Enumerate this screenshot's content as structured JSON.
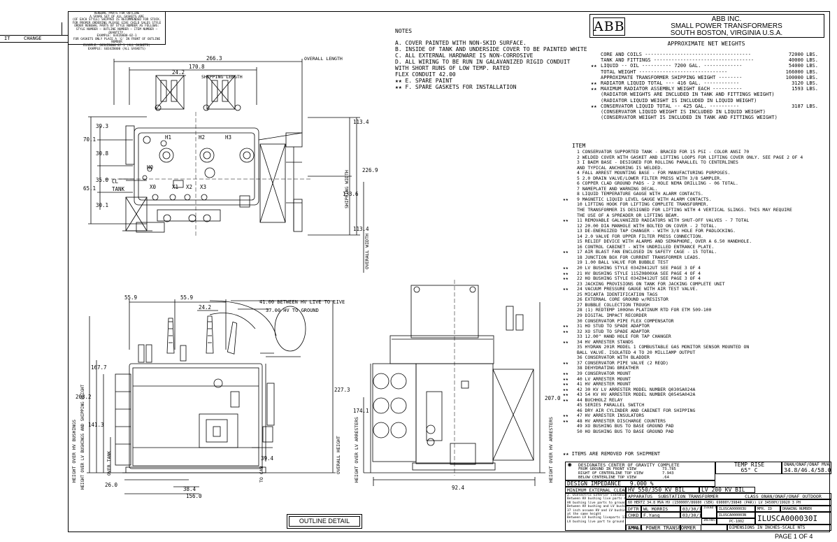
{
  "revision": {
    "col_it": "IT",
    "col_change": "CHANGE",
    "renewal_lines": [
      "RENEWAL PARTS FOR OUTLINE",
      "A SPARE SET OF ALL GASKETS ARE",
      "(OF EACH STYLE) SHIPPED IS RECOMMENDED FOR STOCK.",
      "FOR PROPER ORDERING PLEASE GIVE CHILD SALES STYLE",
      "ORDER RENEWAL PARTS BY STYLE NUMBER AS FOLLOWS:",
      "STYLE NUMBER — OUTLINE NUMBER — ITEM NUMBER — QUANTITY.",
      "EXAMPLE: 034Z0000-02-1",
      "FOR GASKETS ONLY PLACE A 'G' IN FRONT OF OUTLINE NUMBER",
      "EXAMPLE: G034Z0000-07-1 (ALL GASKETS)",
      "EXAMPLE: G034Z0000 (ALL GASKETS)"
    ]
  },
  "company": {
    "logo": "ABB",
    "name": "ABB INC.",
    "division": "SMALL POWER TRANSFORMERS",
    "location": "SOUTH BOSTON, VIRGINIA U.S.A."
  },
  "notes": {
    "title": "NOTES",
    "items": [
      "A. COVER PAINTED WITH NON-SKID SURFACE.",
      "B. INSIDE OF TANK AND UNDERSIDE COVER TO BE PAINTED WHITE",
      "C. ALL EXTERNAL HARDWARE IS NON-CORROSIVE",
      "D. ALL WIRING TO BE RUN IN GALAVANIZED RIGID CONDUIT",
      "   WITH SHORT RUNS OF LOW TEMP. RATED",
      "   FLEX CONDUIT 42.00",
      "★★ E. SPARE PAINT",
      "★★ F. SPARE GASKETS FOR INSTALLATION"
    ]
  },
  "weights": {
    "title": "APPROXIMATE NET WEIGHTS",
    "rows": [
      {
        "mark": "",
        "label": "CORE AND COILS ------------------------------------",
        "value": "72000 LBS."
      },
      {
        "mark": "",
        "label": "TANK AND FITTINGS ----------------------------------",
        "value": "40000 LBS."
      },
      {
        "mark": "★★",
        "label": "LIQUID -- OIL ---------- 7200 GAL. -------------",
        "value": "54000 LBS."
      },
      {
        "mark": "",
        "label": "      TOTAL WEIGHT ------------------------------",
        "value": "166000 LBS."
      },
      {
        "mark": "",
        "label": "APPROXIMATE TRANSFORMER SHIPPING WEIGHT --------",
        "value": "100000 LBS."
      },
      {
        "mark": "★★",
        "label": "RADIATOR LIQUID TOTAL --- 416 GAL. ------------",
        "value": "3120 LBS."
      },
      {
        "mark": "★★",
        "label": "MAXIMUM RADIATOR ASSEMBLY WEIGHT EACH ----------",
        "value": "1593 LBS."
      },
      {
        "mark": "",
        "label": "  (RADIATOR WEIGHTS ARE INCLUDED IN TANK AND FITTINGS WEIGHT)",
        "value": ""
      },
      {
        "mark": "",
        "label": "  (RADIATOR LIQUID WEIGHT IS INCLUDED IN LIQUID WEIGHT)",
        "value": ""
      },
      {
        "mark": "★★",
        "label": "CONSERVATOR LIQUID TOTAL -- 425 GAL. ----------",
        "value": "3187 LBS."
      },
      {
        "mark": "",
        "label": "  (CONSERVATOR LIQUID WEIGHT IS INCLUDED IN LIQUID WEIGHT)",
        "value": ""
      },
      {
        "mark": "",
        "label": "  (CONSERVATOR WEIGHT IS INCLUDED IN TANK AND FITTINGS WEIGHT)",
        "value": ""
      }
    ]
  },
  "items": {
    "title": "ITEM",
    "rows": [
      {
        "m": "",
        "t": "1 CONSERVATOR SUPPORTED TANK - BRACED FOR 15 PSI - COLOR ANSI 70"
      },
      {
        "m": "",
        "t": "2 WELDED COVER WITH GASKET AND LIFTING LOOPS FOR LIFTING COVER ONLY. SEE PAGE 2 OF 4"
      },
      {
        "m": "",
        "t": "3 I BAEM BASE - DESIGNED FOR ROLLING PARALLEL TO CENTERLINES"
      },
      {
        "m": "",
        "t": "  AND TYPICAL ANCHORING IS WELDED."
      },
      {
        "m": "",
        "t": "4 FALL ARREST MOUNTING BASE - FOR MANUFACTURING PURPOSES."
      },
      {
        "m": "",
        "t": "5 2.0 DRAIN VALVE/LOWER FILTER PRESS WITH 3/8 SAMPLER."
      },
      {
        "m": "",
        "t": "6 COPPER CLAD GROUND PADS - 2 HOLE NEMA DRILLING - 06 TOTAL."
      },
      {
        "m": "",
        "t": "7 NAMEPLATE AND WARNING DECAL."
      },
      {
        "m": "",
        "t": "8 LIQUID TEMPERATURE GAUGE WITH ALARM CONTACTS."
      },
      {
        "m": "★★",
        "t": "9 MAGNETIC LIQUID LEVEL GAUGE WITH ALARM CONTACTS."
      },
      {
        "m": "",
        "t": "10 LIFTING HOOK FOR LIFTING COMPLETE TRANSFORMER."
      },
      {
        "m": "",
        "t": "   THE TRANSFORMER IS DESIGNED FOR LIFTING WITH 4 VERTICAL SLINGS. THIS MAY REQUIRE"
      },
      {
        "m": "",
        "t": "   THE USE OF A SPREADER OR LIFTING BEAM."
      },
      {
        "m": "★★",
        "t": "11 REMOVABLE GALVANIZED RADIATORS WITH SHUT-OFF VALVES -  7 TOTAL"
      },
      {
        "m": "",
        "t": "12 20.00 DIA MANHOLE WITH BOLTED ON COVER - 2 TOTAL."
      },
      {
        "m": "",
        "t": "13 DE-ENERGIZED TAP CHANGER - WITH 3/8 HOLE FOR PADLOCKING."
      },
      {
        "m": "",
        "t": "14 2.0 VALVE FOR UPPER FILTER PRESS CONNECTION."
      },
      {
        "m": "",
        "t": "15 RELIEF DEVICE WITH ALARMS AND SEMAPHORE, OVER A 6.50 HANDHOLE."
      },
      {
        "m": "",
        "t": "16 CONTROL CABINET - WITH UNDRILLED ENTRANCE PLATE."
      },
      {
        "m": "★★",
        "t": "17 AIR BLAST FAN ENCLOSED IN SAFETY CAGE - 15 TOTAL."
      },
      {
        "m": "",
        "t": "18 JUNCTION BOX FOR CURRENT TRANSFORMER LEADS."
      },
      {
        "m": "",
        "t": "19 1.00 BALL VALVE FOR BUBBLE TEST"
      },
      {
        "m": "★★",
        "t": "20 LV BUSHING STYLE 034Z0412UT     SEE PAGE 3 OF 4"
      },
      {
        "m": "★★",
        "t": "21 HV BUSHING STYLE 115Z0800XA     SEE PAGE 4 OF 4"
      },
      {
        "m": "★★",
        "t": "22 HO BUSHING STYLE 034Z0412UT      SEE PAGE 3 OF 4"
      },
      {
        "m": "",
        "t": "23 JACKING PROVISIONS ON TANK FOR JACKING COMPLETE UNIT"
      },
      {
        "m": "★★",
        "t": "24 VACUUM PRESSURE GAUGE WITH AIR TEST VALVE."
      },
      {
        "m": "",
        "t": "25 MICARTA IDENTIFICATION TAGS"
      },
      {
        "m": "",
        "t": "26 EXTERNAL CORE GROUND w/RESISTOR"
      },
      {
        "m": "",
        "t": "27 BUBBLE COLLECTION TROUGH"
      },
      {
        "m": "",
        "t": "28 (1) REDTEMP 100Ohm PLATINUM RTD FOR ETM 509-100"
      },
      {
        "m": "",
        "t": "29 DIGITAL IMPACT RECORDER"
      },
      {
        "m": "",
        "t": "30 CONSERVATOR PIPE FLEX COMPENSATOR"
      },
      {
        "m": "★★",
        "t": "31 HO STUD TO SPADE ADAPTOR"
      },
      {
        "m": "★★",
        "t": "32 XO STUD TO SPADE ADAPTOR"
      },
      {
        "m": "",
        "t": "33 12.00\" HAND HOLE FOR TAP CHANGER"
      },
      {
        "m": "★★",
        "t": "34 HV ARRESTER STANDS"
      },
      {
        "m": "",
        "t": "35 HYDRAN 201R MODEL 1 COMBUSTABLE GAS MONITOR SENSOR MOUNTED ON"
      },
      {
        "m": "",
        "t": "   BALL VALVE. ISOLATED 4 TO 20 MILLIAMP OUTPUT"
      },
      {
        "m": "",
        "t": "36 CONSERVATOR WITH BLADDER"
      },
      {
        "m": "★★",
        "t": "37 CONSERVATOR PIPE VALVE (2 REQD)"
      },
      {
        "m": "",
        "t": "38 DEHYDRATING BREATHER"
      },
      {
        "m": "★★",
        "t": "39 CONSERVATOR MOUNT"
      },
      {
        "m": "★★",
        "t": "40 LV ARRESTER MOUNT"
      },
      {
        "m": "★★",
        "t": "41 HV ARRESTER MOUNT"
      },
      {
        "m": "★★",
        "t": "42 30 KV LV ARRESTER MODEL NUMBER Q030SA024A"
      },
      {
        "m": "★★",
        "t": "43 54 KV HV ARRESTER MODEL NUMBER Q054SA042A"
      },
      {
        "m": "★★",
        "t": "44 BUCHHOLZ RELAY"
      },
      {
        "m": "",
        "t": "45 SERIES PARALLEL SWITCH"
      },
      {
        "m": "",
        "t": "46 DRY AIR CYLINDER AND CABINET FOR SHIPPING"
      },
      {
        "m": "★★",
        "t": "47 HV ARRESTER INSULATORS"
      },
      {
        "m": "★★",
        "t": "48 HV ARRESTER DISCHARGE COUNTERS"
      },
      {
        "m": "",
        "t": "49 XO BUSHING BUS TO BASE GROUND PAD"
      },
      {
        "m": "",
        "t": "50 HO BUSHING BUS TO BASE GROUND PAD"
      }
    ],
    "removed_note": "★★  ITEMS ARE REMOVED FOR SHIPMENT"
  },
  "cog": {
    "title": "DESIGNATES CENTER OF GRAVITY COMPLETE",
    "rows": [
      {
        "label": "FROM GROUND IN FRONT VIEW",
        "value": "73.785"
      },
      {
        "label": "RIGHT OF CENTERLINE TOP VIEW",
        "value": "7.943"
      },
      {
        "label": "BELOW CENTERLINE TOP VIEW",
        "value": ".64"
      }
    ]
  },
  "temp_rise": {
    "label": "TEMP  RISE",
    "value": "65° C"
  },
  "rating": {
    "label": "ONAN/ONAF/ONAF MVA -",
    "value": "34.8/46.4/58.0"
  },
  "design_impedance": {
    "label": "DESIGN  IMPEDANCE",
    "value": "9.000 %"
  },
  "min_clearance": {
    "label": "MINIMUM EXTERNAL CLEARANCE",
    "hv": "HV 550/350 KV BIL",
    "lv": "LV  200    KV BIL"
  },
  "clearance_notes": [
    "2. Dielectric Exterior clerance",
    "Between HV bushing live parts 41 inch",
    "HV bushing live parts to ground 37 inch",
    "Between HV bushing and LV bushing liveparts",
    "37 inch assume HV and LV bushing liveparts are",
    "at the same height",
    "Between LV bushing liveparts 13 inch",
    "LV bushing live part to ground 12 inch"
  ],
  "apparatus": {
    "label": "APPARATUS",
    "type": "SUBSTATION TRANSFORMER",
    "class": "CLASS ONAN/ONAF/ONAF  OUTDOOR",
    "spec": "60 HERTZ  34.8 MVA  HV (150000Y/86600 (SER) 69000Y/39840 (PAR))  LV 34500Y/19920  3 PH"
  },
  "signatures": [
    {
      "role": "DFTR",
      "name": "WL MORRIS",
      "date": "03/30/14"
    },
    {
      "role": "CHKD",
      "name": "F.Yang",
      "date": "03/30/14"
    },
    {
      "role": "APPD",
      "name": "",
      "date": ""
    }
  ],
  "stamps": {
    "a": "ISSUED FOR APPROVAL",
    "b": "INSTRUCTION BOOK"
  },
  "ref_numbers": {
    "r1": "ILUSCA000003U",
    "r2": "ILUSCA000003N",
    "r3": "PC-1002",
    "mfr_id_label": "MFR. ID",
    "drawing_label": "DRAWING NUMBER",
    "drawing": "ILUSCA000030I"
  },
  "footer": {
    "product": "SMALL POWER TRANSFORMER",
    "dims": "DIMENSIONS IN INCHES-SCALE NTS",
    "page": "PAGE 1 OF 4",
    "outline": "OUTLINE DETAIL"
  },
  "dimensions": {
    "d266": "266.3",
    "d170": "170.8",
    "d242": "24.2",
    "shipping_length": "SHIPPING LENGTH",
    "overall_length": "OVERALL LENGTH",
    "d393": "39.3",
    "d701": "70.1",
    "d308": "30.8",
    "d350": "35.0",
    "d651": "65.1",
    "d301": "30.1",
    "cl": "CL",
    "tank": "TANK",
    "d1134a": "113.4",
    "d1336": "133.6",
    "d2269": "226.9",
    "d1134b": "113.4",
    "shipping_width": "SHIPPING WIDTH",
    "overall_width": "OVERALL WIDTH",
    "d559a": "55.9",
    "d559b": "55.9",
    "hv_live": "41.00 BETWEEN HV LIVE TO LIVE",
    "hv_ground": "37.00 HV TO GROUND",
    "d242b": "24.2",
    "d1677": "167.7",
    "d2032": "203.2",
    "d1413": "141.3",
    "d260": "26.0",
    "d1560": "156.0",
    "d384": "38.4",
    "d394": "39.4",
    "d227": "227.3",
    "d1741": "174.1",
    "d207": "207.0",
    "d924": "92.4",
    "h_hv_bushings": "HEIGHT OVER HV BUSHINGS",
    "h_lv_bushings": "HEIGHT OVER LV BUSHINGS AND SHIPPING HEIGHT",
    "h_tank": "OVER TANK",
    "h_cab": "TO CAB",
    "h_overall": "OVERALL HEIGHT",
    "h_lv_arr": "HEIGHT OVER LV ARRESTERS",
    "h_hv_arr": "HEIGHT OVER HV ARRESTERS",
    "x0": "X0",
    "x1": "X1",
    "x2": "X2",
    "x3": "X3",
    "h0": "H0",
    "h1": "H1",
    "h2": "H2",
    "h3": "H3"
  }
}
